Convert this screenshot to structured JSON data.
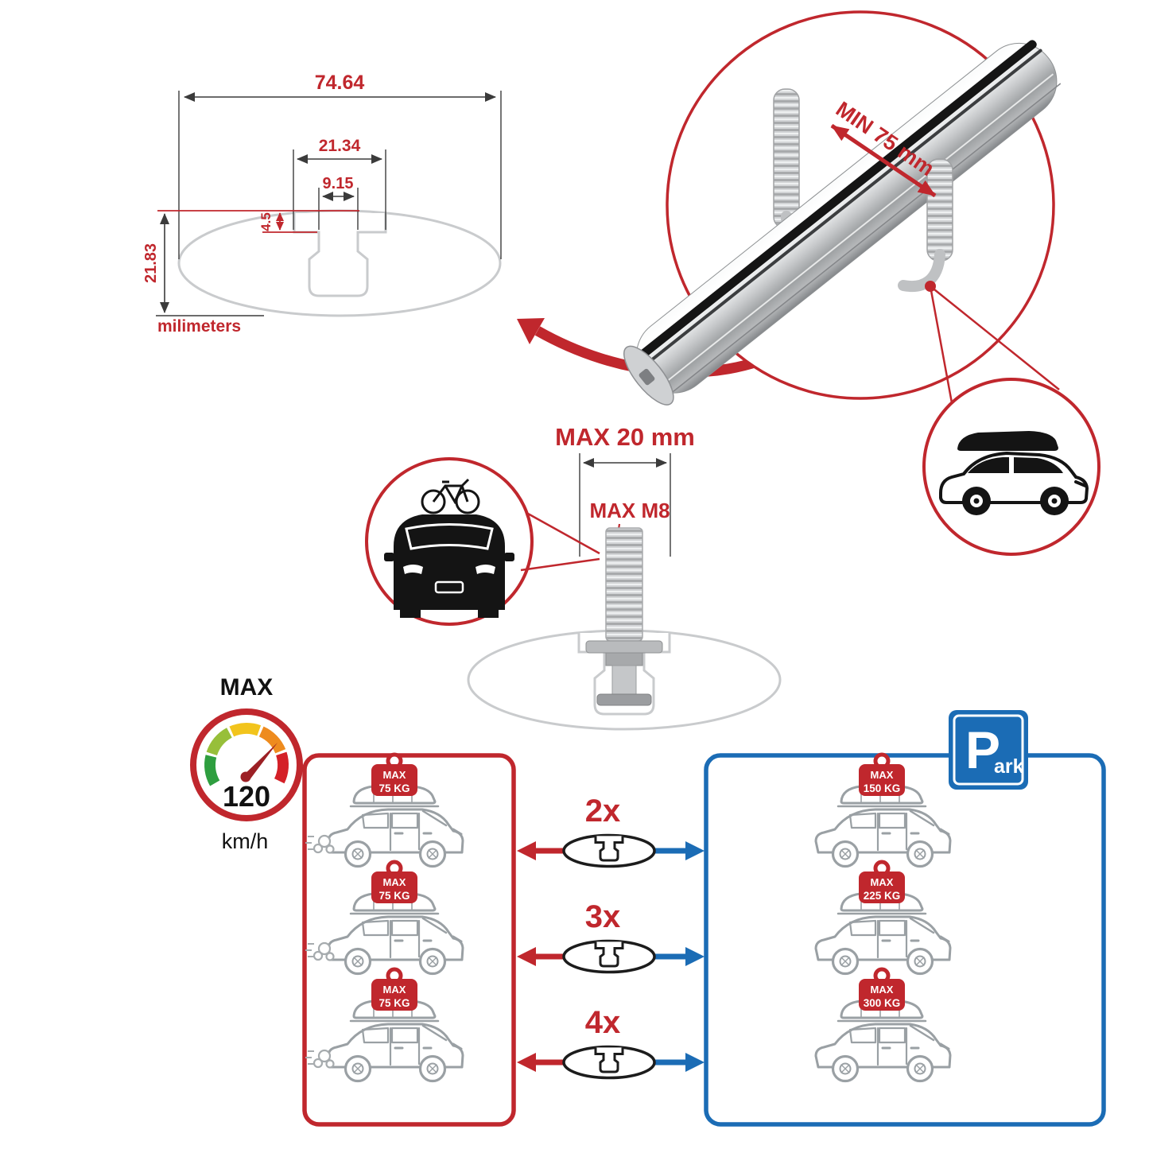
{
  "colors": {
    "accent_red": "#c0272d",
    "accent_blue": "#1b6cb5",
    "line_gray": "#9aa0a4",
    "profile_gray": "#c9cbcd",
    "ink": "#141414"
  },
  "profile_dimensions": {
    "total_width": "74.64",
    "channel_width": "21.34",
    "slot_opening": "9.15",
    "slot_depth": "4.5",
    "profile_height": "21.83",
    "units_label": "milimeters"
  },
  "crossbar_callout": {
    "min_clamp_spacing": "MIN 75 mm"
  },
  "bolt_callout": {
    "max_bolt_length": "MAX 20 mm",
    "max_thread": "MAX M8"
  },
  "speed_gauge": {
    "title": "MAX",
    "value": "120",
    "unit": "km/h",
    "segment_colors": [
      "#2e9e3f",
      "#97bf3a",
      "#f2c41c",
      "#ee8b1e",
      "#d42027"
    ]
  },
  "capacity": {
    "driving_cars": [
      {
        "badge_title": "MAX",
        "badge_value": "75 KG"
      },
      {
        "badge_title": "MAX",
        "badge_value": "75 KG"
      },
      {
        "badge_title": "MAX",
        "badge_value": "75 KG"
      }
    ],
    "rows": [
      {
        "multiplier": "2x"
      },
      {
        "multiplier": "3x"
      },
      {
        "multiplier": "4x"
      }
    ],
    "parked_cars": [
      {
        "badge_title": "MAX",
        "badge_value": "150 KG"
      },
      {
        "badge_title": "MAX",
        "badge_value": "225 KG"
      },
      {
        "badge_title": "MAX",
        "badge_value": "300 KG"
      }
    ],
    "park_sign": {
      "letter": "P",
      "suffix": "ark"
    }
  }
}
